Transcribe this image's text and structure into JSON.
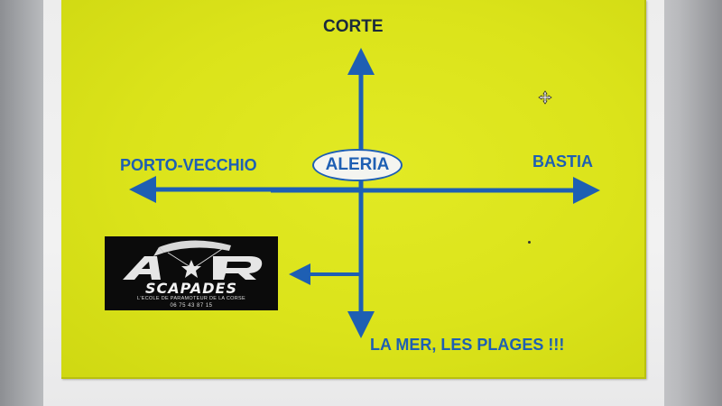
{
  "sign": {
    "north_label": "CORTE",
    "west_label": "PORTO-VECCHIO",
    "east_label": "BASTIA",
    "south_label": "LA MER, LES PLAGES !!!",
    "center_label": "ALERIA"
  },
  "logo": {
    "brand": "SCAPADES",
    "tagline": "L'ECOLE DE PARAMOTEUR DE LA CORSE",
    "phone": "06 75 43 87 15"
  },
  "colors": {
    "background": "#dce41c",
    "arrows": "#1e5fb3",
    "logo_bg": "#0b0b0b"
  },
  "icons": [
    "move-cursor-icon"
  ]
}
